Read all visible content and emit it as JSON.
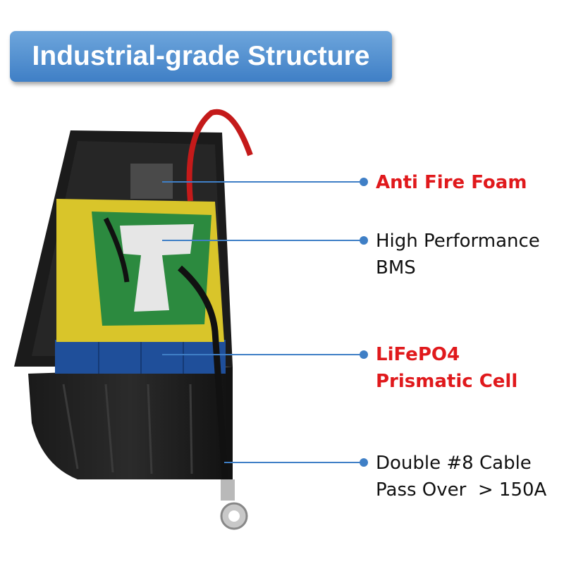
{
  "banner": {
    "title": "Industrial-grade Structure"
  },
  "callouts": [
    {
      "lines": [
        "Anti Fire Foam"
      ],
      "highlight": true
    },
    {
      "lines": [
        "High Performance",
        "BMS"
      ],
      "highlight": false
    },
    {
      "lines": [
        "LiFePO4",
        "Prismatic Cell"
      ],
      "highlight": true
    },
    {
      "lines": [
        "Double #8 Cable",
        "Pass Over  > 150A"
      ],
      "highlight": false
    }
  ],
  "colors": {
    "banner": "#4a8acc",
    "highlight_text": "#e0191c",
    "leader_line": "#3f7fc6"
  }
}
